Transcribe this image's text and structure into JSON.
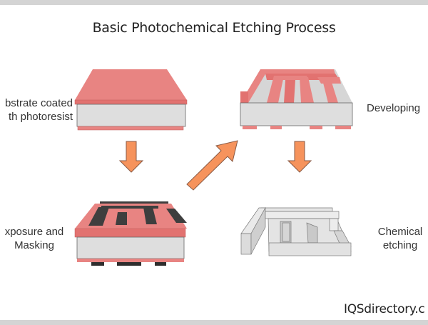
{
  "title": "Basic Photochemical Etching Process",
  "steps": [
    {
      "id": "substrate",
      "label_line1": "bstrate coated",
      "label_line2": "th photoresist"
    },
    {
      "id": "developing",
      "label_line1": "Developing"
    },
    {
      "id": "exposure",
      "label_line1": "xposure and",
      "label_line2": "Masking"
    },
    {
      "id": "etching",
      "label_line1": "Chemical",
      "label_line2": "etching"
    }
  ],
  "arrows": [
    {
      "from": "substrate",
      "to": "exposure",
      "direction": "down"
    },
    {
      "from": "exposure",
      "to": "developing",
      "direction": "up-right"
    },
    {
      "from": "developing",
      "to": "etching",
      "direction": "down"
    }
  ],
  "colors": {
    "photoresist": "#e88482",
    "photoresist_dark": "#d66a68",
    "substrate": "#dedede",
    "mask": "#3e3e3e",
    "arrow": "#f6935c",
    "arrow_stroke": "#8a5a44"
  },
  "watermark": "IQSdirectory.c"
}
